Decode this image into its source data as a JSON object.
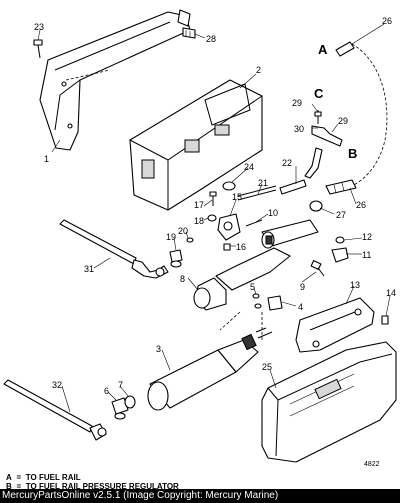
{
  "figure_number": "4822",
  "callouts": [
    "1",
    "2",
    "3",
    "4",
    "5",
    "6",
    "7",
    "8",
    "9",
    "10",
    "11",
    "12",
    "13",
    "14",
    "15",
    "16",
    "17",
    "18",
    "19",
    "20",
    "21",
    "22",
    "23",
    "24",
    "25",
    "26",
    "26",
    "27",
    "28",
    "29",
    "29",
    "30",
    "31",
    "32"
  ],
  "letter_callouts": [
    "A",
    "B",
    "C"
  ],
  "legend": [
    {
      "key": "A",
      "text": "TO FUEL RAIL"
    },
    {
      "key": "B",
      "text": "TO FUEL RAIL PRESSURE REGULATOR"
    }
  ],
  "footer": "MercuryPartsOnline v2.5.1 (Image Copyright: Mercury Marine)"
}
